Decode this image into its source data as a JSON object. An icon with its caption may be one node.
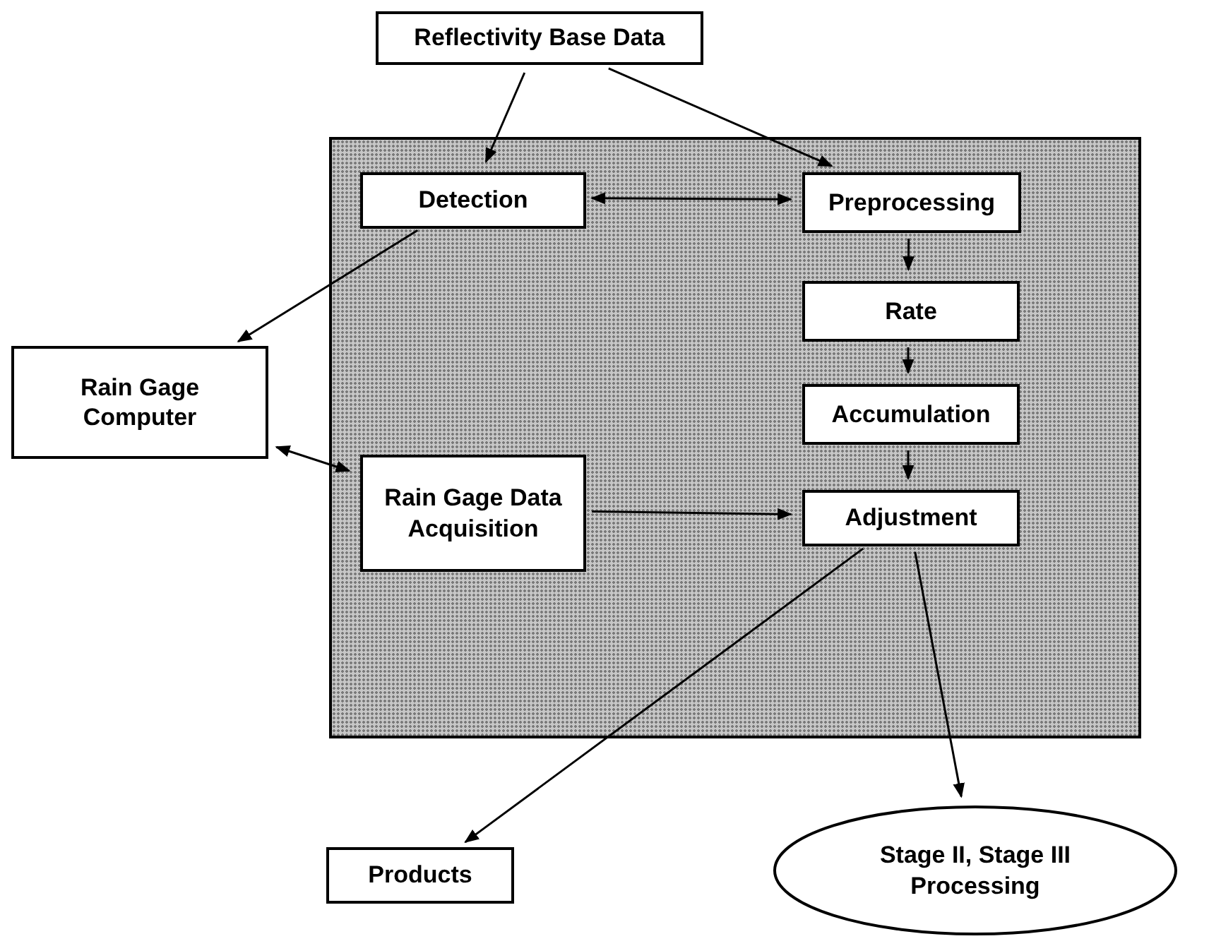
{
  "diagram": {
    "nodes": [
      {
        "text": [
          "Reflectivity Base Data"
        ]
      },
      {
        "text": [],
        "shape": "box"
      },
      {
        "text": [
          "Detection"
        ],
        "in": 1
      },
      {
        "text": [
          "Preprocessing"
        ],
        "in": 1
      },
      {
        "text": [
          "Rate"
        ],
        "in": 1
      },
      {
        "text": [
          "Accumulation"
        ],
        "in": 1
      },
      {
        "text": [
          "Adjustment"
        ],
        "in": 1
      },
      {
        "text": [
          "Rain Gage Data Acquisition"
        ],
        "in": 1
      },
      {
        "text": [
          "Rain Gage Computer"
        ]
      },
      {
        "text": [
          "Products"
        ]
      },
      {
        "text": [
          "Stage II, Stage III Processing"
        ]
      }
    ],
    "edges": [
      {
        "from": 0,
        "to": 2,
        "arrow": "to"
      },
      {
        "from": 0,
        "to": 3,
        "arrow": "to"
      },
      {
        "from": 2,
        "to": 3,
        "arrow": "both"
      },
      {
        "from": 3,
        "to": 4,
        "arrow": "to"
      },
      {
        "from": 4,
        "to": 5,
        "arrow": "to"
      },
      {
        "from": 5,
        "to": 6,
        "arrow": "to"
      },
      {
        "from": 7,
        "to": 6,
        "arrow": "to"
      },
      {
        "from": 2,
        "to": 8,
        "arrow": "to"
      },
      {
        "from": 8,
        "to": 7,
        "arrow": "both"
      },
      {
        "from": 6,
        "to": 9,
        "arrow": "to"
      },
      {
        "from": 6,
        "to": 10,
        "arrow": "to"
      }
    ]
  }
}
